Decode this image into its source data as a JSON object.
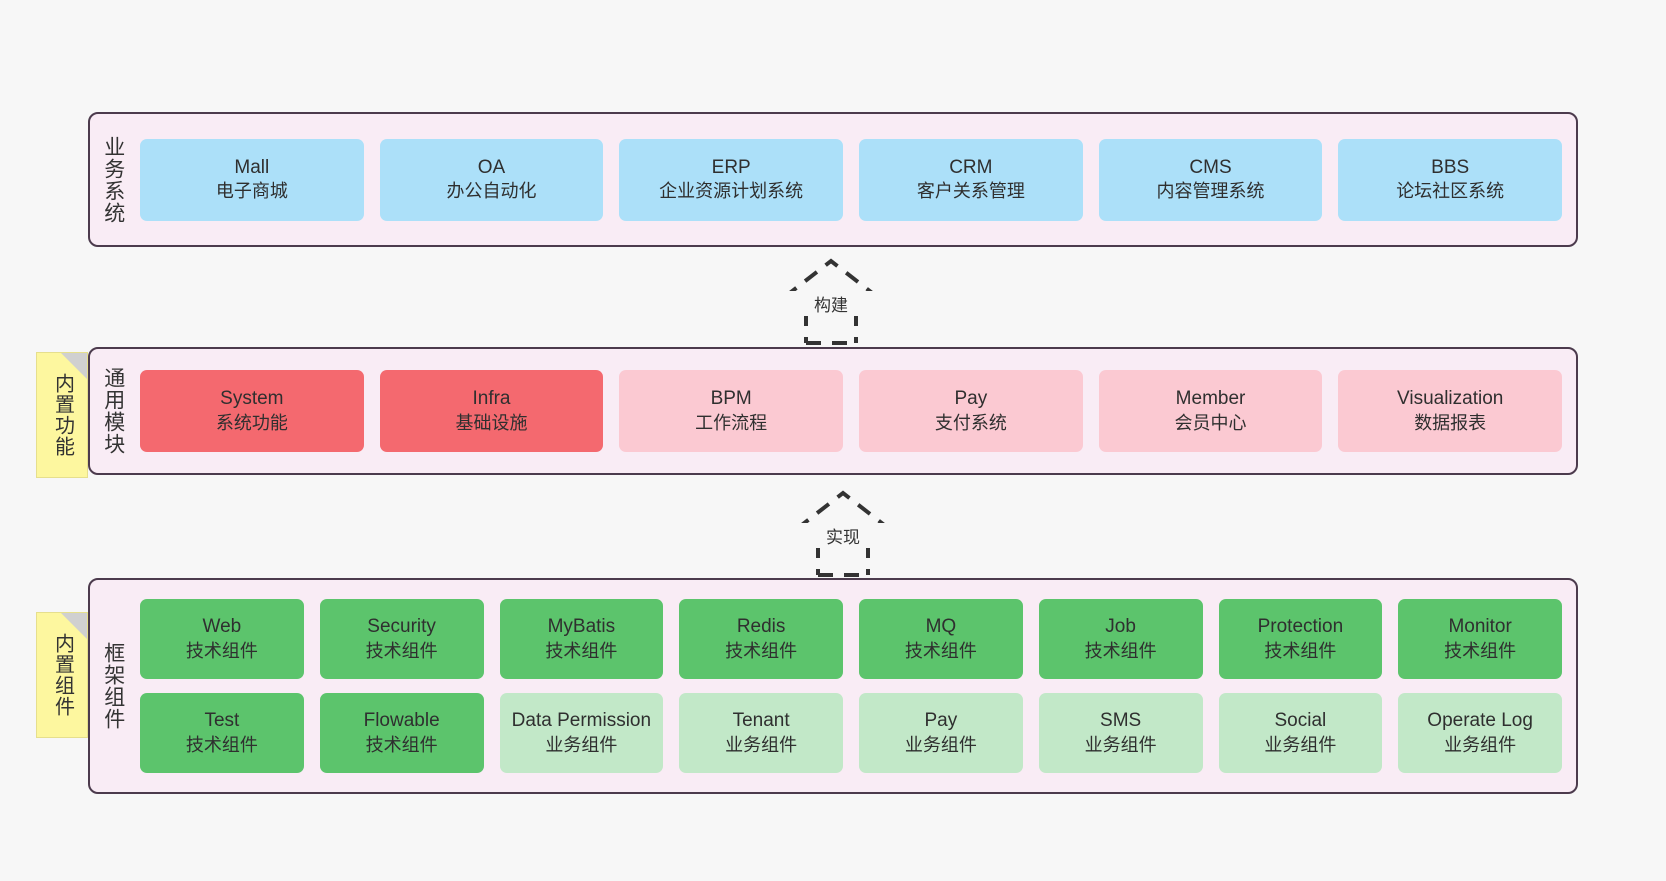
{
  "diagram": {
    "title_semantic": "layered-architecture-diagram",
    "background_color": "#f7f7f7",
    "layer_bg_color": "#f9ecf5",
    "layer_border_color": "#4c3b4d"
  },
  "layers": [
    {
      "id": "business-systems",
      "title": "业务系统",
      "cards": [
        {
          "en": "Mall",
          "cn": "电子商城",
          "color": "#ace0f9"
        },
        {
          "en": "OA",
          "cn": "办公自动化",
          "color": "#ace0f9"
        },
        {
          "en": "ERP",
          "cn": "企业资源计划系统",
          "color": "#ace0f9"
        },
        {
          "en": "CRM",
          "cn": "客户关系管理",
          "color": "#ace0f9"
        },
        {
          "en": "CMS",
          "cn": "内容管理系统",
          "color": "#ace0f9"
        },
        {
          "en": "BBS",
          "cn": "论坛社区系统",
          "color": "#ace0f9"
        }
      ]
    },
    {
      "id": "common-modules",
      "title": "通用模块",
      "sticky": "内置功能",
      "cards": [
        {
          "en": "System",
          "cn": "系统功能",
          "color": "#f4696f"
        },
        {
          "en": "Infra",
          "cn": "基础设施",
          "color": "#f4696f"
        },
        {
          "en": "BPM",
          "cn": "工作流程",
          "color": "#fbc9d2"
        },
        {
          "en": "Pay",
          "cn": "支付系统",
          "color": "#fbc9d2"
        },
        {
          "en": "Member",
          "cn": "会员中心",
          "color": "#fbc9d2"
        },
        {
          "en": "Visualization",
          "cn": "数据报表",
          "color": "#fbc9d2"
        }
      ]
    },
    {
      "id": "framework-components",
      "title": "框架组件",
      "sticky": "内置组件",
      "rows": [
        [
          {
            "en": "Web",
            "cn": "技术组件",
            "color": "#5cc46c"
          },
          {
            "en": "Security",
            "cn": "技术组件",
            "color": "#5cc46c"
          },
          {
            "en": "MyBatis",
            "cn": "技术组件",
            "color": "#5cc46c"
          },
          {
            "en": "Redis",
            "cn": "技术组件",
            "color": "#5cc46c"
          },
          {
            "en": "MQ",
            "cn": "技术组件",
            "color": "#5cc46c"
          },
          {
            "en": "Job",
            "cn": "技术组件",
            "color": "#5cc46c"
          },
          {
            "en": "Protection",
            "cn": "技术组件",
            "color": "#5cc46c"
          },
          {
            "en": "Monitor",
            "cn": "技术组件",
            "color": "#5cc46c"
          }
        ],
        [
          {
            "en": "Test",
            "cn": "技术组件",
            "color": "#5cc46c"
          },
          {
            "en": "Flowable",
            "cn": "技术组件",
            "color": "#5cc46c"
          },
          {
            "en": "Data Permission",
            "cn": "业务组件",
            "color": "#c2e8c8"
          },
          {
            "en": "Tenant",
            "cn": "业务组件",
            "color": "#c2e8c8"
          },
          {
            "en": "Pay",
            "cn": "业务组件",
            "color": "#c2e8c8"
          },
          {
            "en": "SMS",
            "cn": "业务组件",
            "color": "#c2e8c8"
          },
          {
            "en": "Social",
            "cn": "业务组件",
            "color": "#c2e8c8"
          },
          {
            "en": "Operate Log",
            "cn": "业务组件",
            "color": "#c2e8c8"
          }
        ]
      ]
    }
  ],
  "arrows": [
    {
      "id": "build-arrow",
      "label": "构建"
    },
    {
      "id": "implement-arrow",
      "label": "实现"
    }
  ]
}
